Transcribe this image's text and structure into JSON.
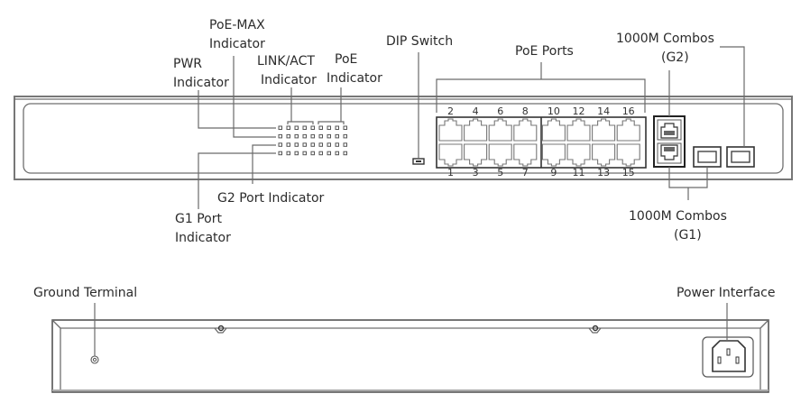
{
  "diagram": {
    "front_panel": {
      "labels": {
        "pwr_indicator": [
          "PWR",
          "Indicator"
        ],
        "poe_max_indicator": [
          "PoE-MAX",
          "Indicator"
        ],
        "link_act_indicator": [
          "LINK/ACT",
          "Indicator"
        ],
        "poe_indicator": [
          "PoE",
          "Indicator"
        ],
        "dip_switch": "DIP Switch",
        "poe_ports": "PoE Ports",
        "combos_g2": [
          "1000M Combos",
          "(G2)"
        ],
        "combos_g1": [
          "1000M Combos",
          "(G1)"
        ],
        "g2_port_indicator": "G2 Port Indicator",
        "g1_port_indicator": [
          "G1 Port",
          "Indicator"
        ]
      },
      "ports_top": [
        "2",
        "4",
        "6",
        "8",
        "10",
        "12",
        "14",
        "16"
      ],
      "ports_bottom": [
        "1",
        "3",
        "5",
        "7",
        "9",
        "11",
        "13",
        "15"
      ],
      "indicator_grid": {
        "rows": 4,
        "cols": 9
      }
    },
    "rear_panel": {
      "labels": {
        "ground_terminal": "Ground Terminal",
        "power_interface": "Power Interface"
      }
    }
  }
}
